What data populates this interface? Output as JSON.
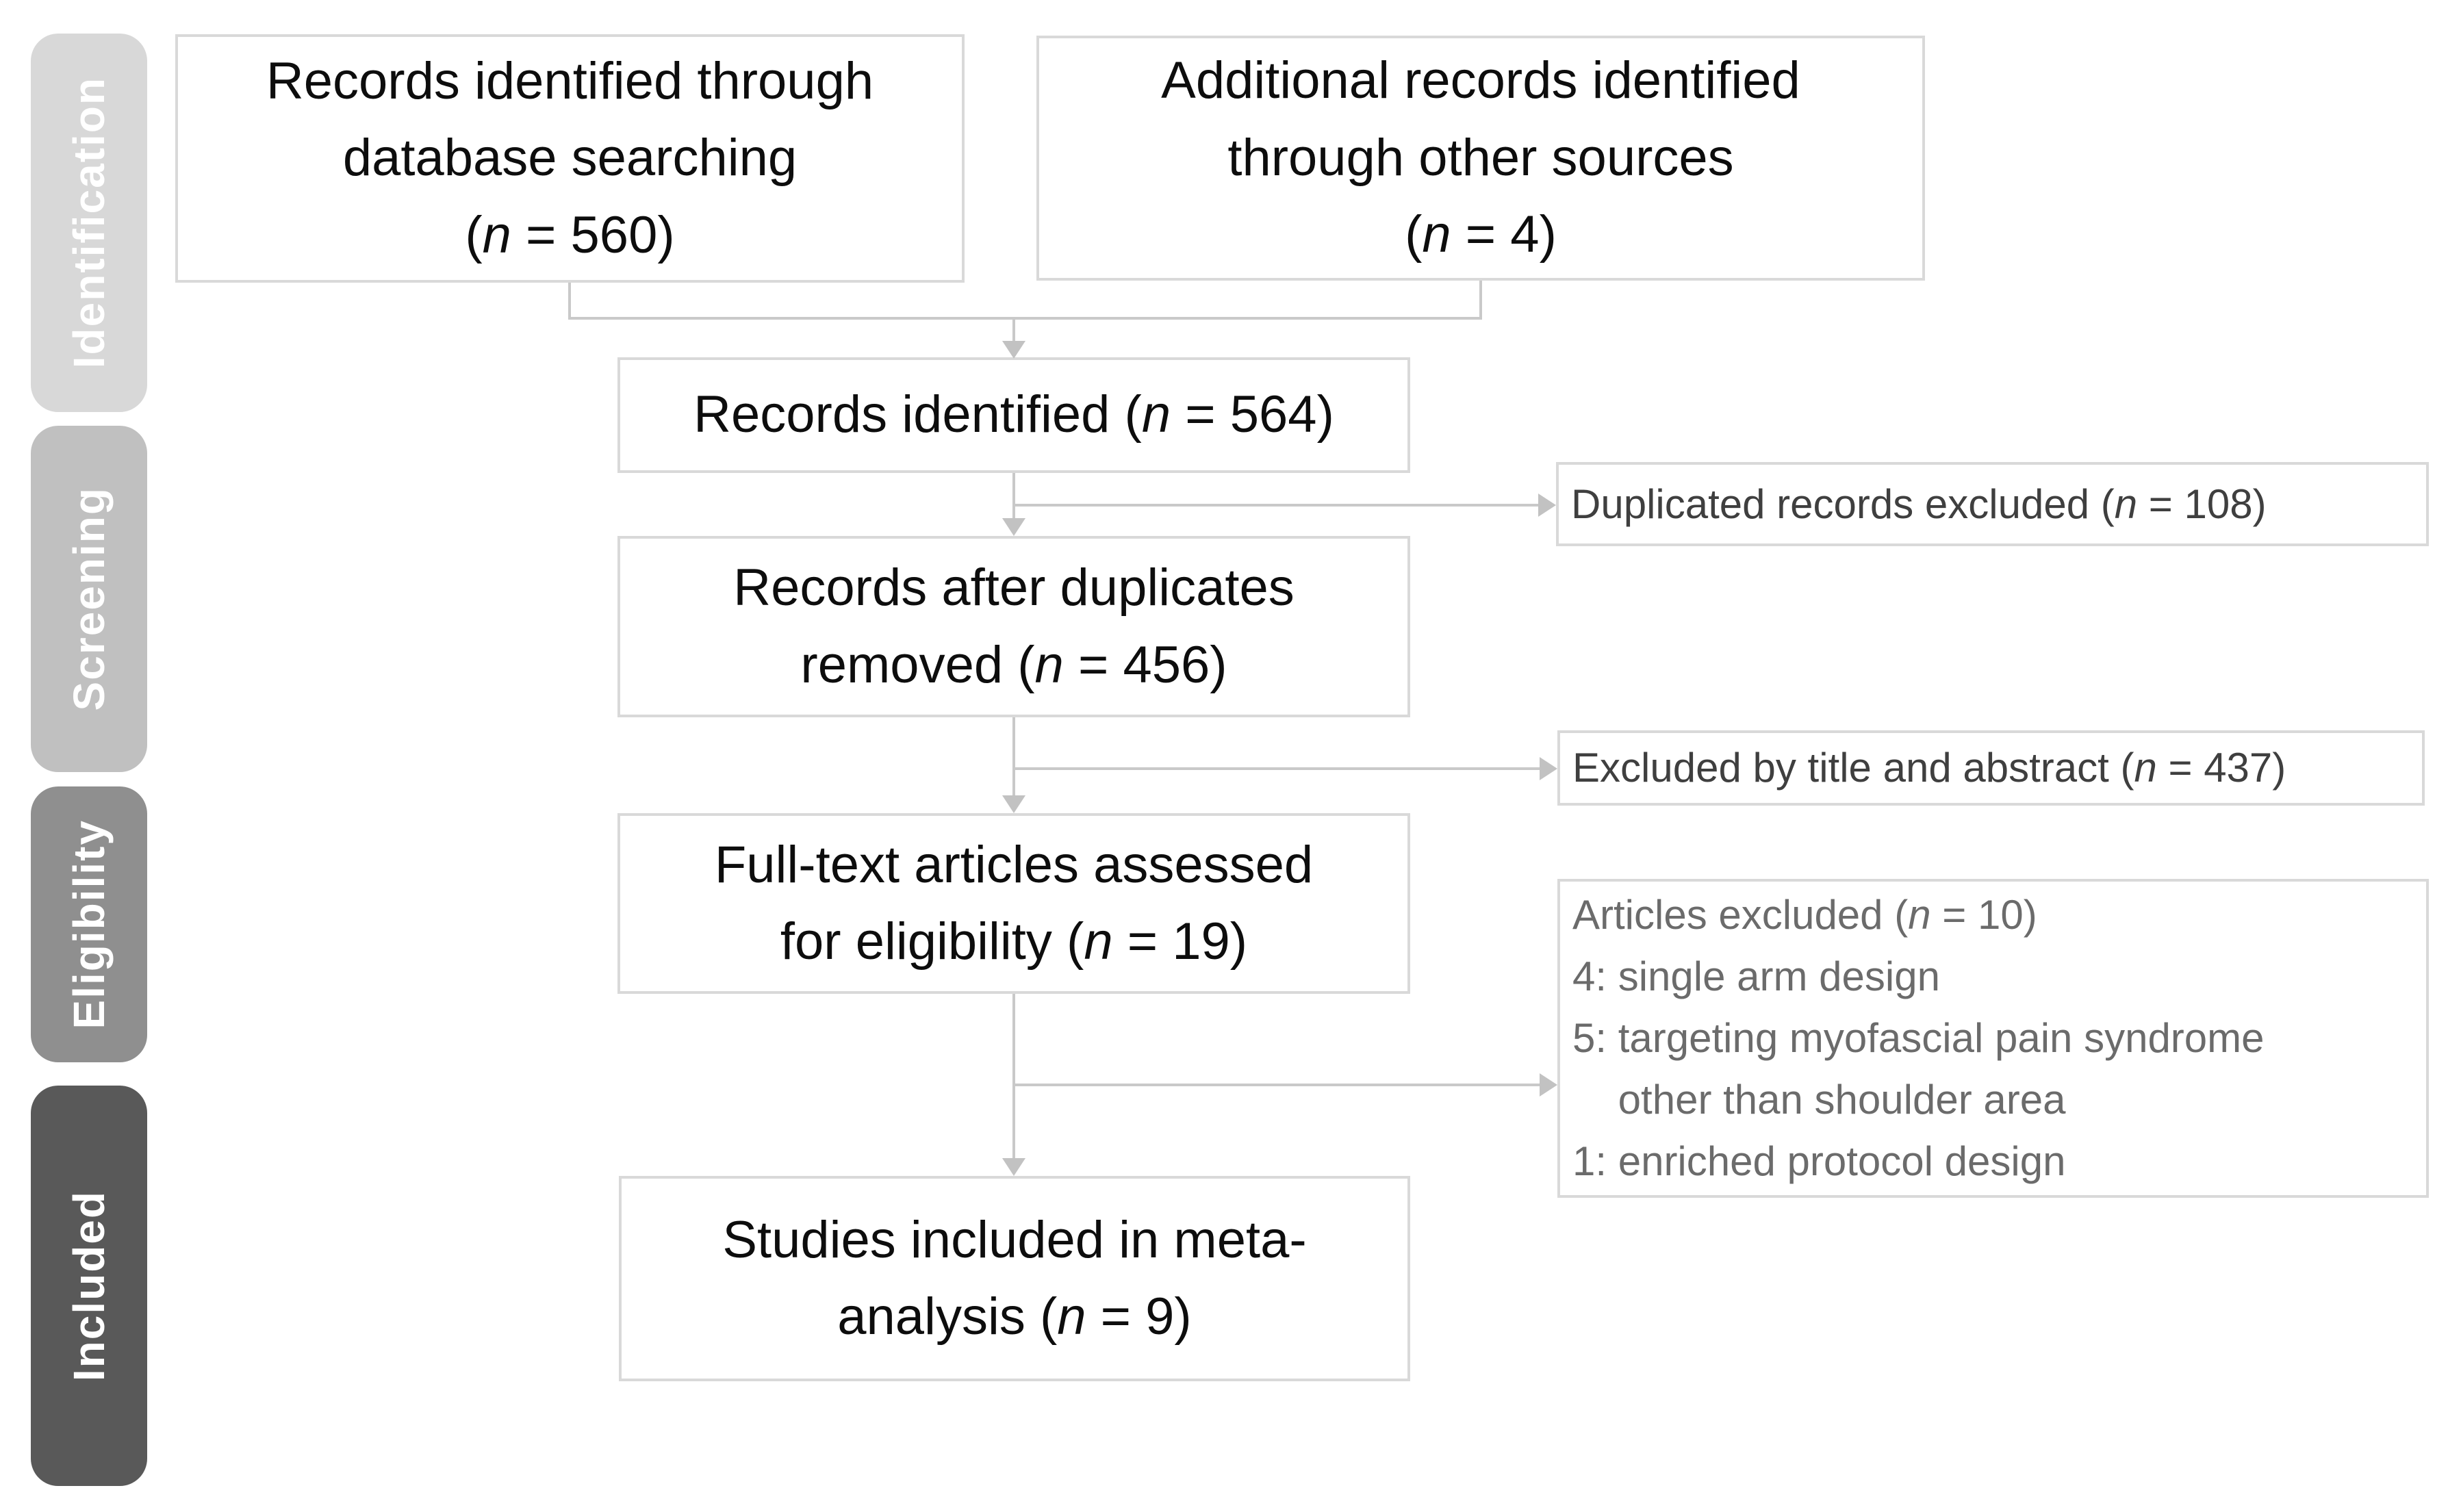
{
  "figure": {
    "type": "prisma-flow-diagram",
    "background": "#ffffff",
    "line_color": "#c9c9c9",
    "box_border_color": "#d9d9d9",
    "main_text_color": "#0d0d0d",
    "side_text_color": "#3f3f3f",
    "side_text_color_light": "#6b6b6b"
  },
  "sidebar": {
    "stages": [
      {
        "label": "Identification",
        "color": "#d8d8d8"
      },
      {
        "label": "Screening",
        "color": "#c0c0c0"
      },
      {
        "label": "Eligibility",
        "color": "#8f8f8f"
      },
      {
        "label": "Included",
        "color": "#595959"
      }
    ]
  },
  "flow": {
    "boxes": {
      "db_search": {
        "lines": [
          "Records identified through",
          "database searching",
          "(n = 560)"
        ]
      },
      "other_sources": {
        "lines": [
          "Additional records identified",
          "through other sources",
          "(n = 4)"
        ]
      },
      "records_identified": {
        "lines": [
          "Records identified (n = 564)"
        ]
      },
      "after_duplicates": {
        "lines": [
          "Records after duplicates",
          "removed (n = 456)"
        ]
      },
      "fulltext": {
        "lines": [
          "Full-text articles assessed",
          "for eligibility (n = 19)"
        ]
      },
      "included": {
        "lines": [
          "Studies included in meta-",
          "analysis (n = 9)"
        ]
      }
    },
    "side_boxes": {
      "duplicates_excluded": {
        "lines": [
          "Duplicated records excluded (n = 108)"
        ]
      },
      "title_abstract_excluded": {
        "lines": [
          "Excluded by title and abstract (n = 437)"
        ]
      },
      "articles_excluded": {
        "lines": [
          "Articles excluded (n = 10)",
          "4: single arm design",
          "5: targeting myofascial pain syndrome",
          "    other than shoulder area",
          "1: enriched protocol design"
        ]
      }
    }
  }
}
